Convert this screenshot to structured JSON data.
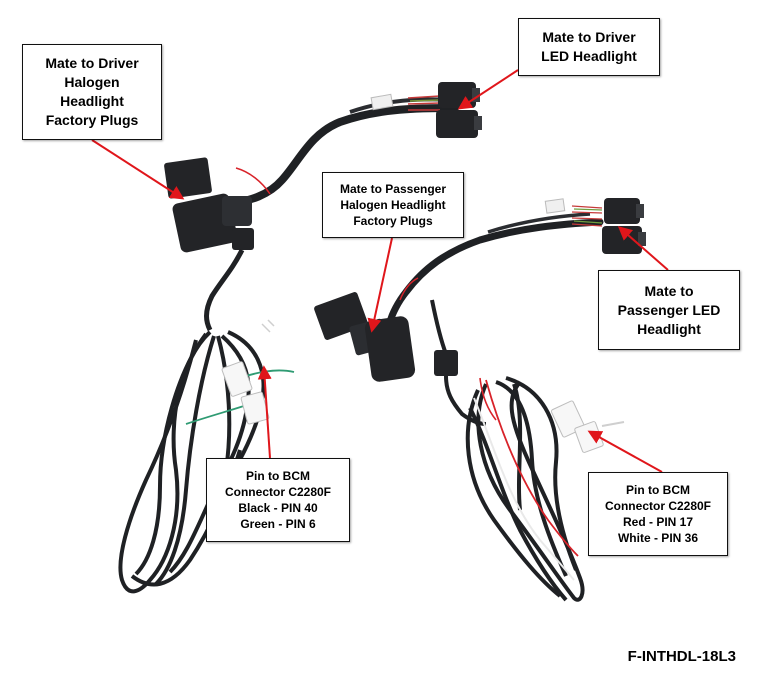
{
  "callouts": {
    "driver_halogen": [
      "Mate to Driver",
      "Halogen",
      "Headlight",
      "Factory Plugs"
    ],
    "driver_led": [
      "Mate to Driver",
      "LED Headlight"
    ],
    "passenger_halogen": [
      "Mate to Passenger",
      "Halogen Headlight",
      "Factory Plugs"
    ],
    "passenger_led": [
      "Mate to",
      "Passenger LED",
      "Headlight"
    ],
    "bcm_left": [
      "Pin to BCM",
      "Connector C2280F",
      "Black - PIN 40",
      "Green - PIN 6"
    ],
    "bcm_right": [
      "Pin to BCM",
      "Connector C2280F",
      "Red - PIN 17",
      "White - PIN 36"
    ]
  },
  "part_number": "F-INTHDL-18L3",
  "colors": {
    "arrow": "#e0161b",
    "cable": "#1f2124",
    "wire_green": "#2f9b73",
    "wire_red": "#d8232a",
    "wire_white": "#f2f2f2",
    "connector": "#232427"
  }
}
